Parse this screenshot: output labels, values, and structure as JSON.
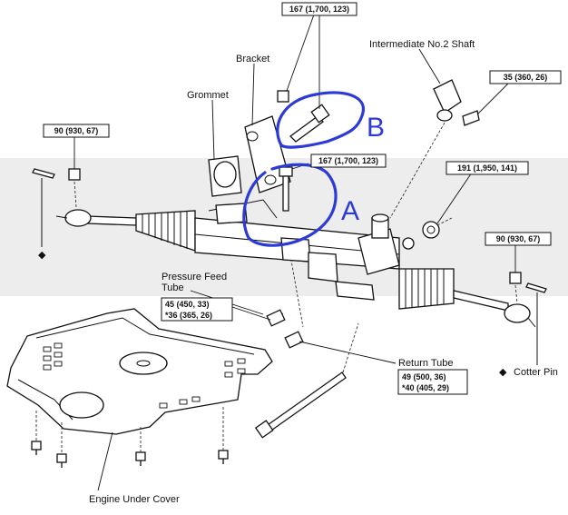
{
  "labels": {
    "bracket": "Bracket",
    "grommet": "Grommet",
    "intermediate_shaft": "Intermediate No.2 Shaft",
    "pressure_feed_tube": "Pressure Feed Tube",
    "return_tube": "Return Tube",
    "engine_under_cover": "Engine Under Cover",
    "cotter_pin": "Cotter Pin"
  },
  "torque_specs": {
    "bracket_bolts": "167 (1,700, 123)",
    "center_bolt": "167 (1,700, 123)",
    "shaft_bolt": "35 (360, 26)",
    "left_tie_rod_nut": "90 (930, 67)",
    "right_tie_rod_nut": "90 (930, 67)",
    "rack_nut": "191 (1,950, 141)",
    "pressure_feed_a": "45 (450, 33)",
    "pressure_feed_b": "*36 (365, 26)",
    "return_tube_a": "49 (500, 36)",
    "return_tube_b": "*40 (405, 29)"
  },
  "markers": {
    "diamond": "◆"
  },
  "annotations": {
    "a": "A",
    "b": "B"
  },
  "colors": {
    "annotation": "#2c3bd6",
    "watermark_band": "#ededed"
  }
}
